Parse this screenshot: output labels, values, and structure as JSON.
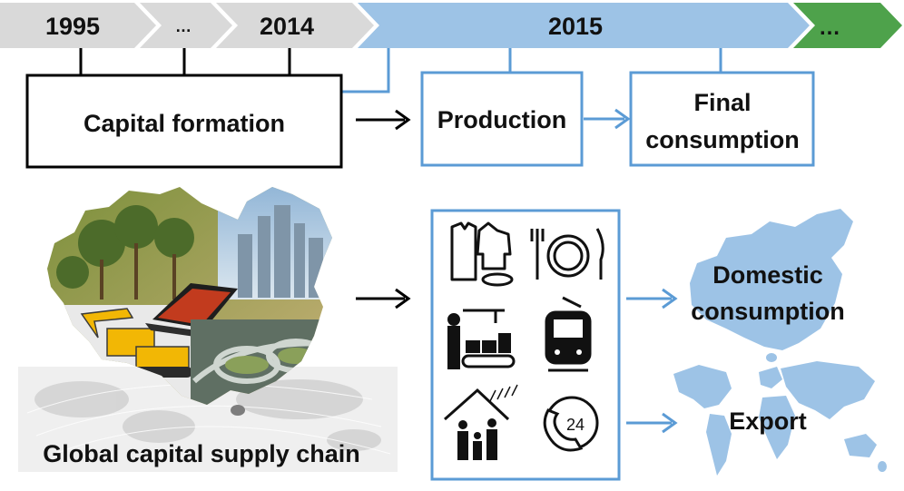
{
  "timeline": {
    "items": [
      {
        "label": "1995",
        "color": "#d9d9d9"
      },
      {
        "label": "…",
        "color": "#d9d9d9"
      },
      {
        "label": "2014",
        "color": "#d9d9d9"
      },
      {
        "label": "2015",
        "color": "#9dc3e6"
      },
      {
        "label": "…",
        "color": "#4ea24b"
      }
    ]
  },
  "boxes": {
    "capital_formation": "Capital formation",
    "production": "Production",
    "final_consumption_line1": "Final",
    "final_consumption_line2": "consumption"
  },
  "bottom": {
    "supply_chain_caption": "Global capital supply chain",
    "domestic_line1": "Domestic",
    "domestic_line2": "consumption",
    "export": "Export"
  },
  "product_icons": [
    "clothing-icon",
    "dining-icon",
    "manufacturing-icon",
    "tram-icon",
    "housing-family-icon",
    "phone-24h-icon"
  ],
  "colors": {
    "past": "#d9d9d9",
    "current": "#9dc3e6",
    "future": "#4ea24b",
    "blue_outline": "#5b9bd5",
    "map_blue": "#9dc3e6"
  }
}
